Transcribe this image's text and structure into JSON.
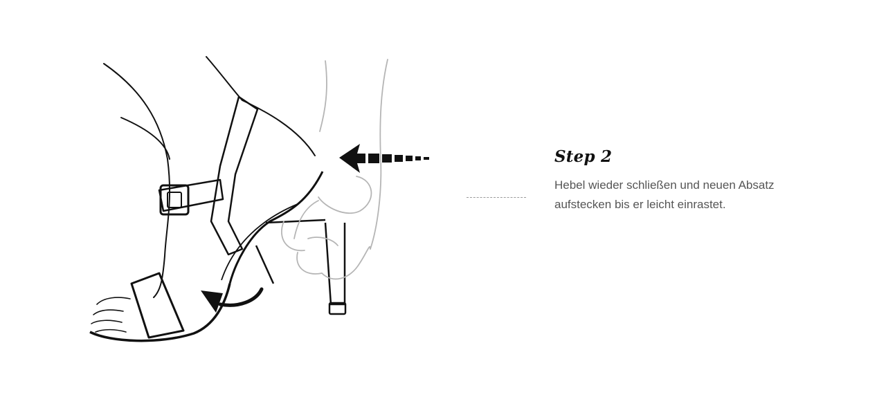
{
  "step": {
    "title": "Step 2",
    "line1": "Hebel wieder schließen und neuen Absatz",
    "line2": "aufstecken bis er leicht einrastet."
  },
  "illustration": {
    "subject": "foot in strappy high-heel sandal, hand snapping heel into place",
    "icons": [
      "shoe-illustration",
      "hand-illustration",
      "insert-arrow-icon",
      "rotate-arrow-icon",
      "buckle-icon"
    ]
  },
  "colors": {
    "stroke": "#111111",
    "hand_stroke": "#b5b5b5",
    "text": "#555555",
    "connector": "#9a9a9a"
  }
}
